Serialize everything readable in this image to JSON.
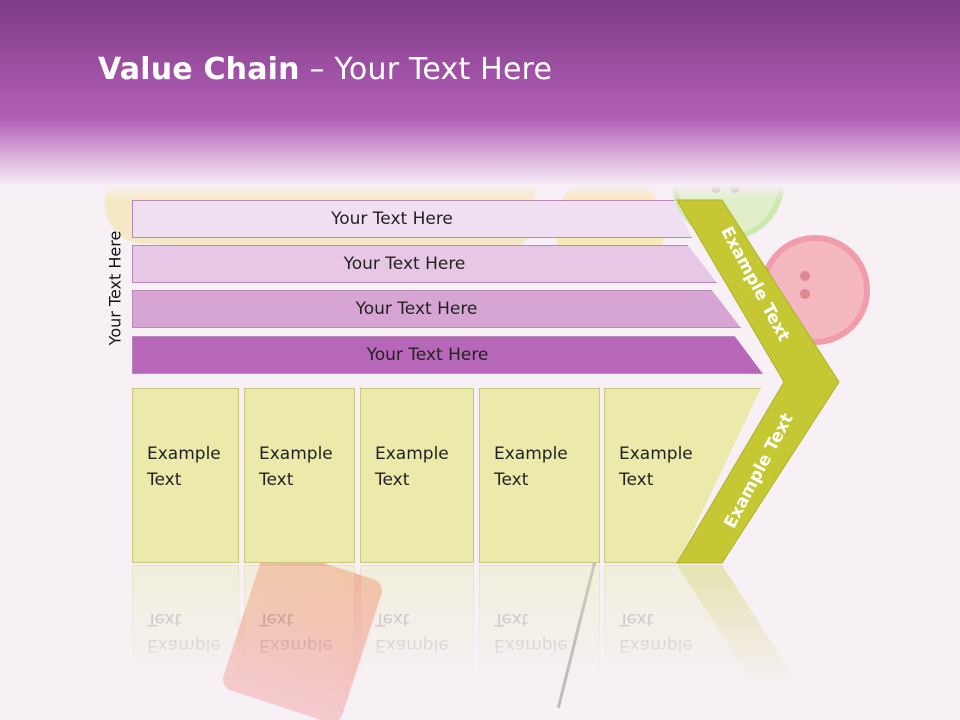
{
  "slide": {
    "title_bold": "Value Chain",
    "title_rest": " – Your Text Here",
    "side_label": "Your Text Here"
  },
  "bars": [
    {
      "label": "Your Text Here",
      "color": "#efdff0"
    },
    {
      "label": "Your Text Here",
      "color": "#e6c7e5"
    },
    {
      "label": "Your Text Here",
      "color": "#d6a5d4"
    },
    {
      "label": "Your Text Here",
      "color": "#b667b8"
    }
  ],
  "boxes": [
    {
      "line1": "Example",
      "line2": "Text"
    },
    {
      "line1": "Example",
      "line2": "Text"
    },
    {
      "line1": "Example",
      "line2": "Text"
    },
    {
      "line1": "Example",
      "line2": "Text"
    },
    {
      "line1": "Example",
      "line2": "Text"
    }
  ],
  "chevron": {
    "upper_text": "Example Text",
    "lower_text": "Example Text",
    "color": "#c5c832"
  },
  "theme": {
    "header_color": "#9a4ea0",
    "box_color": "#ebeaab"
  }
}
